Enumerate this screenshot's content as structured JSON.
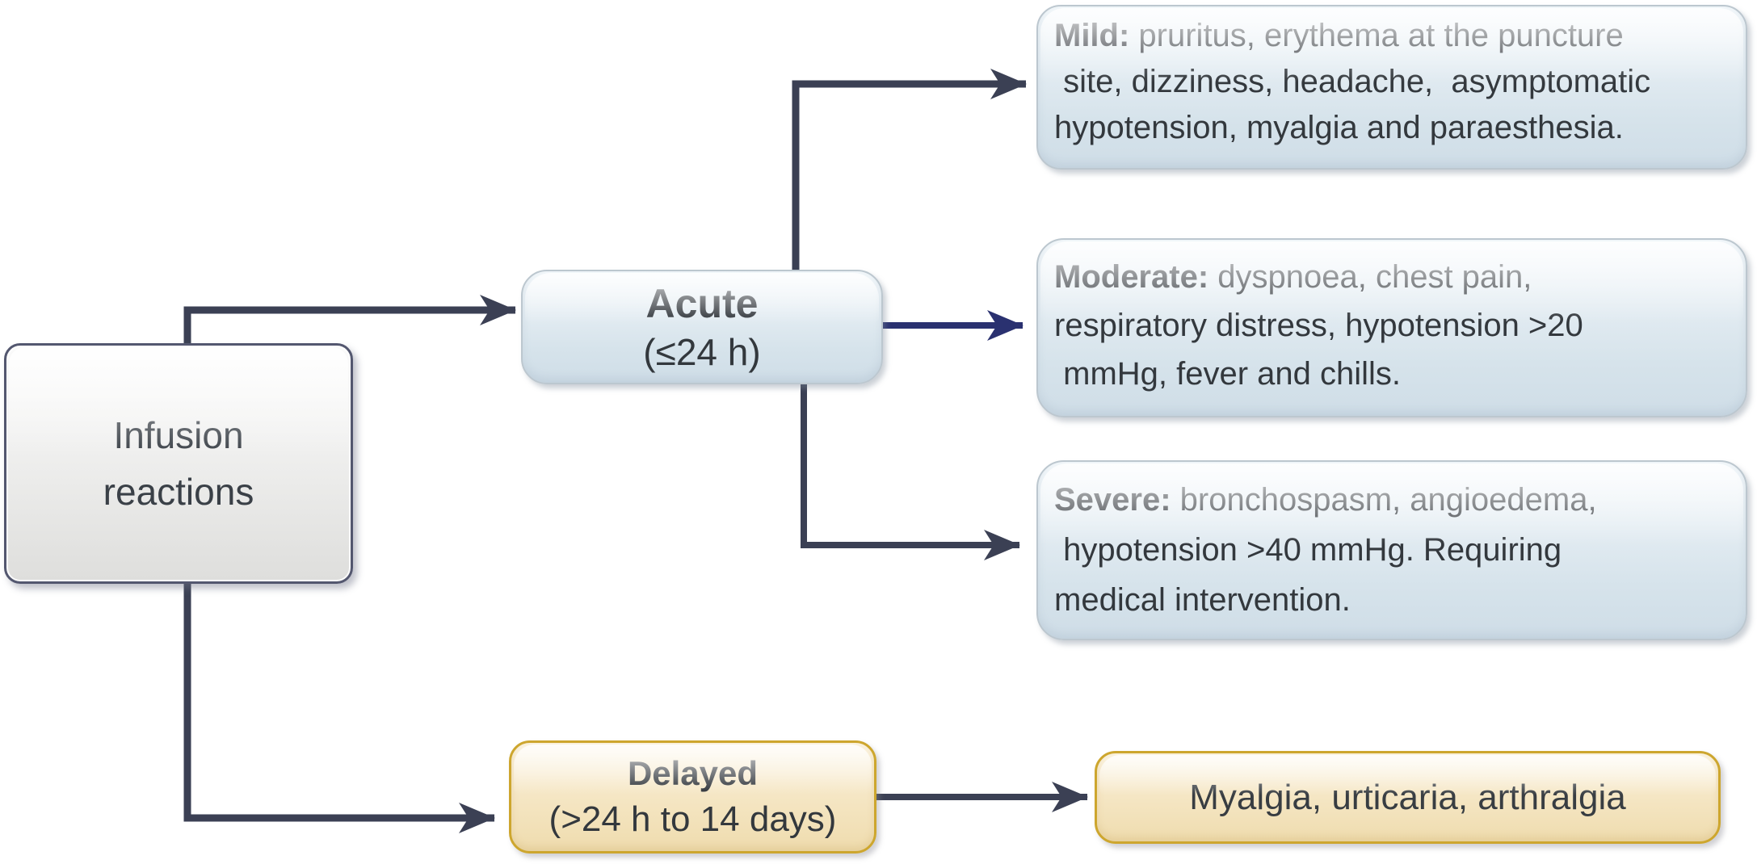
{
  "diagram": {
    "title": "Infusion reactions flowchart",
    "palette": {
      "edge_slate": "#3b4054",
      "edge_navy": "#2a3170",
      "blue_box_fill": "#dce7ee",
      "blue_box_border": "#bcc7cf",
      "gray_box_fill": "#ececeb",
      "gray_box_border": "#53576f",
      "tan_box_fill": "#f4e5c3",
      "tan_box_border": "#cda62e",
      "text": "#2e3338"
    },
    "nodes": {
      "infusion": {
        "lines": [
          "Infusion",
          "reactions"
        ]
      },
      "acute": {
        "title": "Acute",
        "subtitle": "(≤24 h)"
      },
      "mild": {
        "label": "Mild:",
        "body": " pruritus, erythema at the puncture\n site, dizziness, headache,  asymptomatic\nhypotension, myalgia and paraesthesia."
      },
      "moderate": {
        "label": "Moderate:",
        "body": " dyspnoea, chest pain,\nrespiratory distress, hypotension >20\n mmHg, fever and chills."
      },
      "severe": {
        "label": "Severe:",
        "body": " bronchospasm, angioedema,\n hypotension >40 mmHg. Requiring\nmedical intervention."
      },
      "delayed": {
        "title": "Delayed",
        "subtitle": "(>24 h to 14 days)"
      },
      "outcome": {
        "text": "Myalgia, urticaria, arthralgia"
      }
    },
    "edges": [
      {
        "from": "infusion",
        "to": "acute",
        "color": "#3b4054"
      },
      {
        "from": "acute",
        "to": "mild",
        "color": "#3b4054"
      },
      {
        "from": "acute",
        "to": "moderate",
        "color": "#2a3170"
      },
      {
        "from": "acute",
        "to": "severe",
        "color": "#3b4054"
      },
      {
        "from": "infusion",
        "to": "delayed",
        "color": "#3b4054"
      },
      {
        "from": "delayed",
        "to": "outcome",
        "color": "#3b4054"
      }
    ]
  }
}
